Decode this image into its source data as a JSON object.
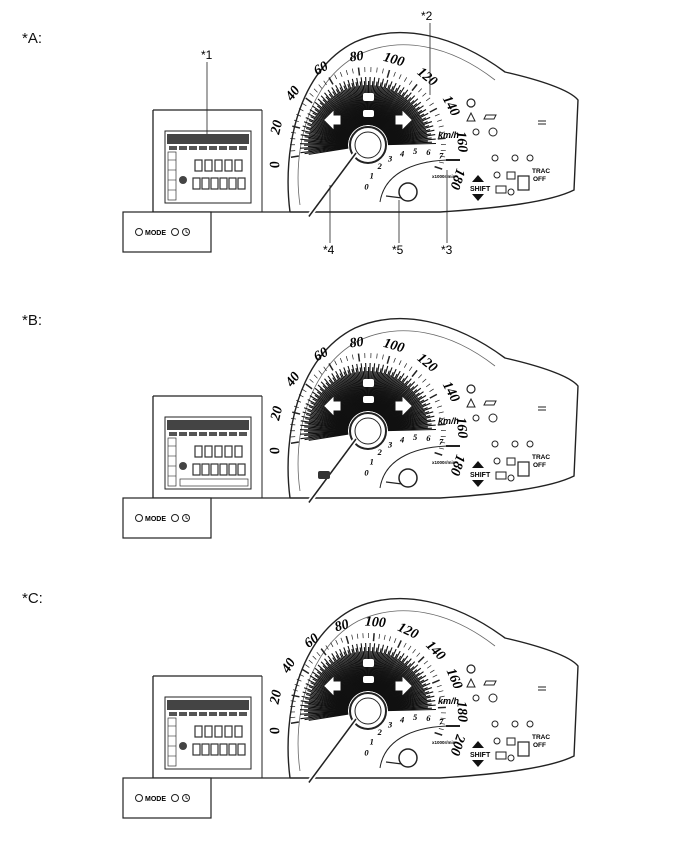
{
  "panels": [
    {
      "label": "*A:",
      "speed_ticks": [
        "0",
        "20",
        "40",
        "60",
        "80",
        "100",
        "120",
        "140",
        "160",
        "180"
      ],
      "speed_unit": "km/h",
      "tach_ticks": [
        "0",
        "1",
        "2",
        "3",
        "4",
        "5",
        "6",
        "7"
      ],
      "tach_unit": "x1000r/min",
      "shift_label": "SHIFT",
      "trac_label": "TRAC",
      "off_label": "OFF",
      "mode_label": "MODE",
      "callouts": [
        "*1",
        "*2",
        "*3",
        "*4",
        "*5"
      ]
    },
    {
      "label": "*B:",
      "speed_ticks": [
        "0",
        "20",
        "40",
        "60",
        "80",
        "100",
        "120",
        "140",
        "160",
        "180"
      ],
      "speed_unit": "km/h",
      "tach_ticks": [
        "0",
        "1",
        "2",
        "3",
        "4",
        "5",
        "6",
        "7"
      ],
      "tach_unit": "x1000r/min",
      "shift_label": "SHIFT",
      "trac_label": "TRAC",
      "off_label": "OFF",
      "mode_label": "MODE",
      "callouts": []
    },
    {
      "label": "*C:",
      "speed_ticks": [
        "0",
        "20",
        "40",
        "60",
        "80",
        "100",
        "120",
        "140",
        "160",
        "180",
        "200"
      ],
      "speed_unit": "km/h",
      "tach_ticks": [
        "0",
        "1",
        "2",
        "3",
        "4",
        "5",
        "6",
        "7"
      ],
      "tach_unit": "x1000r/min",
      "shift_label": "SHIFT",
      "trac_label": "TRAC",
      "off_label": "OFF",
      "mode_label": "MODE",
      "callouts": []
    }
  ]
}
